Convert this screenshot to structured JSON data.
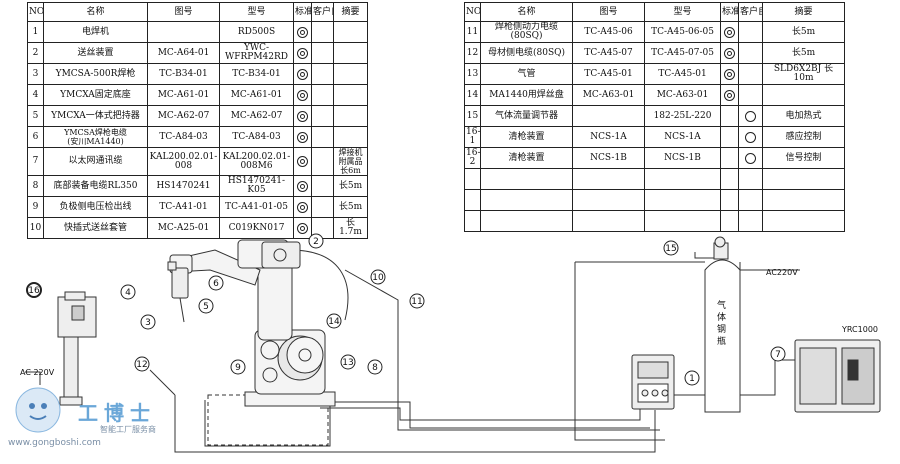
{
  "headers": {
    "no": "NO",
    "name": "名称",
    "drawing": "图号",
    "model": "型号",
    "std": "标准",
    "opt": "客户自选",
    "remark": "摘要"
  },
  "left_rows": [
    {
      "no": "1",
      "name": "电焊机",
      "drawing": "",
      "model": "RD500S",
      "std": "dbl",
      "opt": "",
      "remark": ""
    },
    {
      "no": "2",
      "name": "送丝装置",
      "drawing": "MC-A64-01",
      "model": "YWC-WFRPM42RD",
      "std": "dbl",
      "opt": "",
      "remark": ""
    },
    {
      "no": "3",
      "name": "YMCSA-500R焊枪",
      "drawing": "TC-B34-01",
      "model": "TC-B34-01",
      "std": "dbl",
      "opt": "",
      "remark": ""
    },
    {
      "no": "4",
      "name": "YMCXA固定底座",
      "drawing": "MC-A61-01",
      "model": "MC-A61-01",
      "std": "dbl",
      "opt": "",
      "remark": ""
    },
    {
      "no": "5",
      "name": "YMCXA一体式把持器",
      "drawing": "MC-A62-07",
      "model": "MC-A62-07",
      "std": "dbl",
      "opt": "",
      "remark": ""
    },
    {
      "no": "6",
      "name": "YMCSA焊枪电缆\n(安川MA1440)",
      "drawing": "TC-A84-03",
      "model": "TC-A84-03",
      "std": "dbl",
      "opt": "",
      "remark": ""
    },
    {
      "no": "7",
      "name": "以太网通讯缆",
      "drawing": "KAL200.02.01-008",
      "model": "KAL200.02.01-008M6",
      "std": "dbl",
      "opt": "",
      "remark": "焊接机附属品\n长6m"
    },
    {
      "no": "8",
      "name": "底部装备电缆RL350",
      "drawing": "HS1470241",
      "model": "HS1470241-K05",
      "std": "dbl",
      "opt": "",
      "remark": "长5m"
    },
    {
      "no": "9",
      "name": "负极侧电压检出线",
      "drawing": "TC-A41-01",
      "model": "TC-A41-01-05",
      "std": "dbl",
      "opt": "",
      "remark": "长5m"
    },
    {
      "no": "10",
      "name": "快插式送丝套管",
      "drawing": "MC-A25-01",
      "model": "C019KN017",
      "std": "dbl",
      "opt": "",
      "remark": "长1.7m"
    }
  ],
  "right_rows": [
    {
      "no": "11",
      "name": "焊枪侧动力电缆(80SQ)",
      "drawing": "TC-A45-06",
      "model": "TC-A45-06-05",
      "std": "dbl",
      "opt": "",
      "remark": "长5m"
    },
    {
      "no": "12",
      "name": "母材侧电缆(80SQ)",
      "drawing": "TC-A45-07",
      "model": "TC-A45-07-05",
      "std": "dbl",
      "opt": "",
      "remark": "长5m"
    },
    {
      "no": "13",
      "name": "气管",
      "drawing": "TC-A45-01",
      "model": "TC-A45-01",
      "std": "dbl",
      "opt": "",
      "remark": "SLD6X2BJ 长10m"
    },
    {
      "no": "14",
      "name": "MA1440用焊丝盘",
      "drawing": "MC-A63-01",
      "model": "MC-A63-01",
      "std": "dbl",
      "opt": "",
      "remark": ""
    },
    {
      "no": "15",
      "name": "气体流量调节器",
      "drawing": "",
      "model": "182-25L-220",
      "std": "",
      "opt": "circle",
      "remark": "电加热式"
    },
    {
      "no": "16-1",
      "name": "清枪装置",
      "drawing": "NCS-1A",
      "model": "NCS-1A",
      "std": "",
      "opt": "circle",
      "remark": "感应控制"
    },
    {
      "no": "16-2",
      "name": "清枪装置",
      "drawing": "NCS-1B",
      "model": "NCS-1B",
      "std": "",
      "opt": "circle",
      "remark": "信号控制"
    },
    {
      "no": "",
      "name": "",
      "drawing": "",
      "model": "",
      "std": "",
      "opt": "",
      "remark": ""
    },
    {
      "no": "",
      "name": "",
      "drawing": "",
      "model": "",
      "std": "",
      "opt": "",
      "remark": ""
    },
    {
      "no": "",
      "name": "",
      "drawing": "",
      "model": "",
      "std": "",
      "opt": "",
      "remark": ""
    }
  ],
  "callouts": [
    "1",
    "2",
    "3",
    "4",
    "5",
    "6",
    "7",
    "8",
    "9",
    "10",
    "11",
    "12",
    "13",
    "14",
    "15",
    "16"
  ],
  "diagram_labels": {
    "ac_left": "AC 220V",
    "ac_right": "AC220V",
    "yrc": "YRC1000",
    "cylinder": "气\n体\n钢\n瓶"
  },
  "watermark": {
    "brand": "工博士",
    "sub": "智能工厂服务商",
    "url": "www.gongboshi.com"
  }
}
